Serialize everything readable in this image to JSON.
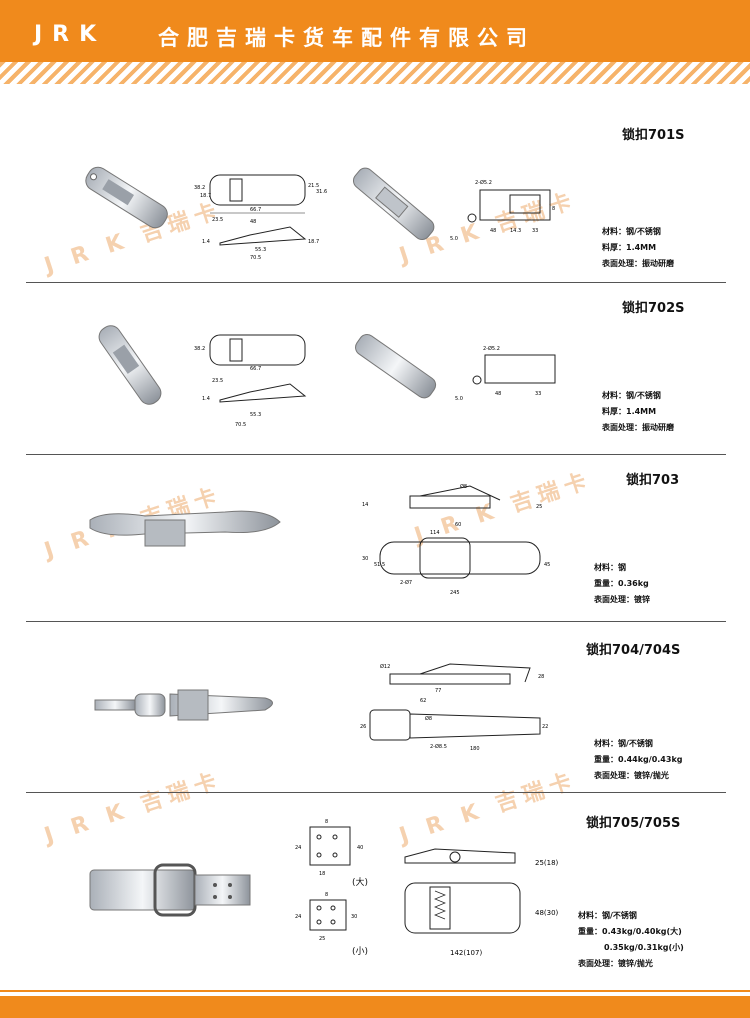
{
  "header": {
    "brand": "JRK",
    "company": "合肥吉瑞卡货车配件有限公司"
  },
  "watermark": {
    "latin": "J R K",
    "cn": "吉瑞卡"
  },
  "sections": [
    {
      "title": "锁扣701S",
      "specs": [
        "材料：钢/不锈钢",
        "料厚：1.4MM",
        "表面处理：振动研磨"
      ]
    },
    {
      "title": "锁扣702S",
      "specs": [
        "材料：钢/不锈钢",
        "料厚：1.4MM",
        "表面处理：振动研磨"
      ]
    },
    {
      "title": "锁扣703",
      "specs": [
        "材料：钢",
        "重量：0.36kg",
        "表面处理：镀锌"
      ]
    },
    {
      "title": "锁扣704/704S",
      "specs": [
        "材料：钢/不锈钢",
        "重量：0.44kg/0.43kg",
        "表面处理：镀锌/抛光"
      ]
    },
    {
      "title": "锁扣705/705S",
      "specs": [
        "材料：钢/不锈钢",
        "重量：0.43kg/0.40kg(大)",
        "0.35kg/0.31kg(小)",
        "表面处理：镀锌/抛光"
      ]
    }
  ],
  "size_labels": {
    "big": "(大)",
    "small": "(小)"
  },
  "dims": {
    "s701": [
      "38.2",
      "18.7",
      "66.7",
      "23.5",
      "21.5",
      "31.6",
      "55.3",
      "70.5",
      "18.7",
      "1.4",
      "2-Ø5.2",
      "5.0",
      "48",
      "14.3",
      "33",
      "8"
    ],
    "s703": [
      "14",
      "Ø8",
      "60",
      "114",
      "25",
      "30",
      "51.5",
      "2-Ø7",
      "245",
      "45"
    ],
    "s704": [
      "Ø12",
      "77",
      "62",
      "28",
      "26",
      "22",
      "Ø8",
      "2-Ø8.5",
      "180"
    ],
    "s705": [
      "8",
      "24",
      "18",
      "40",
      "30",
      "25",
      "25(18)",
      "48(30)",
      "142(107)"
    ]
  }
}
